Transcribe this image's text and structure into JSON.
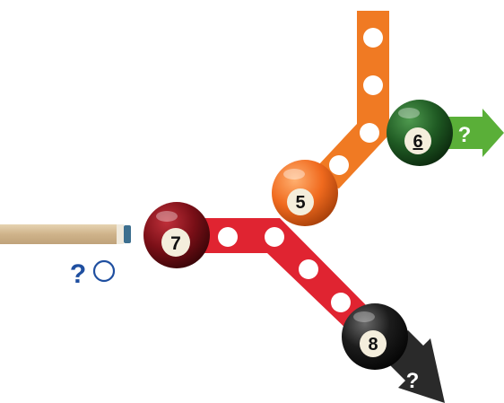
{
  "colors": {
    "orange_track": "#f07a23",
    "red_track": "#e02431",
    "green_arrow": "#5aaf38",
    "dark_arrow": "#2a2a2a",
    "question_blue": "#1f4fa0",
    "cue_wood": "#d8c3a0"
  },
  "cue": {
    "question_mark": "?",
    "unknown_circle_icon": "circle-outline-icon"
  },
  "balls": [
    {
      "id": "ball-7",
      "number": "7",
      "color": "#7a0f17"
    },
    {
      "id": "ball-5",
      "number": "5",
      "color": "#e8601c"
    },
    {
      "id": "ball-6",
      "number": "6",
      "color": "#1f5a23"
    },
    {
      "id": "ball-8",
      "number": "8",
      "color": "#1a1a1a"
    }
  ],
  "arrows": {
    "green_label": "?",
    "dark_label": "?"
  }
}
